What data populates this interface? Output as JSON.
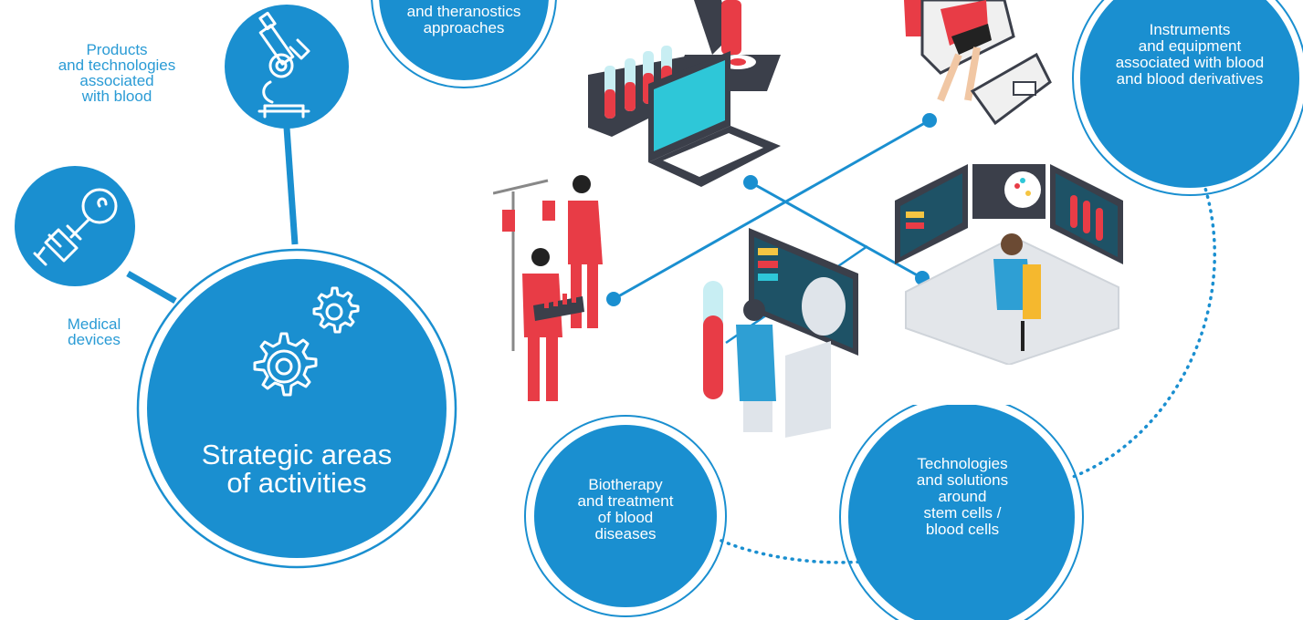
{
  "colors": {
    "primary_blue": "#1a8fd0",
    "label_blue": "#2a9bd5",
    "ring": "#1a8fd0",
    "accent_red": "#e83c46",
    "dark": "#3b3f4a"
  },
  "center": {
    "title_line1": "Strategic areas",
    "title_line2": "of activities",
    "icon": "gears-icon"
  },
  "satellites": {
    "medical": {
      "label_line1": "Medical",
      "label_line2": "devices",
      "icon": "syringe-icon"
    },
    "products": {
      "label_line1": "Products",
      "label_line2": "and technologies",
      "label_line3": "associated",
      "label_line4": "with blood",
      "icon": "microscope-icon"
    }
  },
  "bubbles": {
    "theranostics": {
      "line1": "and theranostics",
      "line2": "approaches"
    },
    "instruments": {
      "line1": "Instruments",
      "line2": "and equipment",
      "line3": "associated with blood",
      "line4": "and blood derivatives"
    },
    "technologies": {
      "line1": "Technologies",
      "line2": "and solutions",
      "line3": "around",
      "line4": "stem cells /",
      "line5": "blood cells"
    },
    "biotherapy": {
      "line1": "Biotherapy",
      "line2": "and treatment",
      "line3": "of blood",
      "line4": "diseases"
    }
  }
}
